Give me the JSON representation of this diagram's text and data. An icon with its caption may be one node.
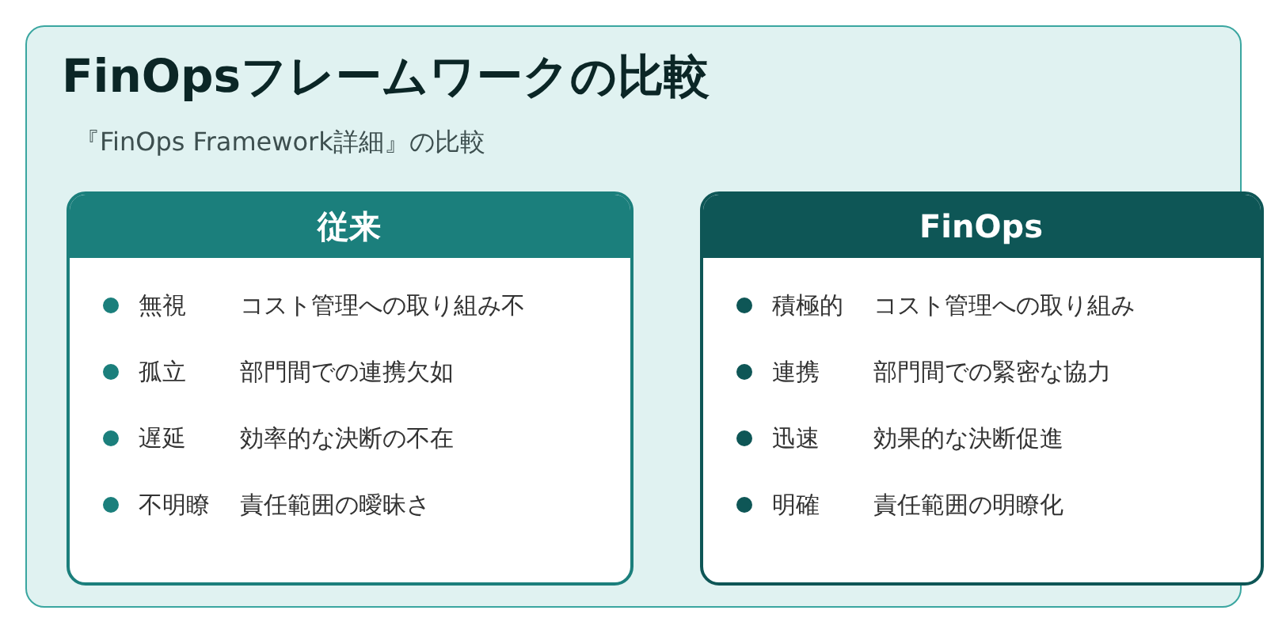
{
  "diagram": {
    "title": "FinOpsフレームワークの比較",
    "nodes": [
      {
        "text": [
          "従来",
          "無視",
          "孤立",
          "遅延",
          "不明瞭",
          "コスト管理への取り組み不",
          "部門間での連携欠如",
          "効率的な決断の不在",
          "責任範囲の曖昧さ"
        ]
      },
      {
        "text": [
          "FinOps",
          "積極的",
          "連携",
          "迅速",
          "明確",
          "コスト管理への取り組み",
          "部門間での緊密な協力",
          "効果的な決断促進",
          "責任範囲の明瞭化"
        ]
      }
    ],
    "labels": [
      "『FinOps Framework詳細』の比較"
    ]
  }
}
